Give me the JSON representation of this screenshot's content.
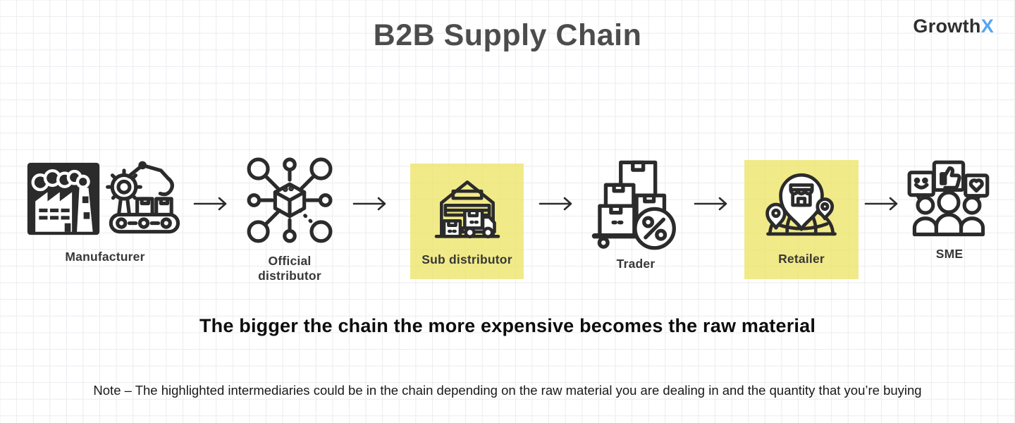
{
  "header": {
    "title": "B2B Supply Chain"
  },
  "logo": {
    "name": "GrowthX",
    "text": "Growth",
    "accent": "X"
  },
  "chain": {
    "stages": [
      {
        "label": "Manufacturer",
        "highlighted": false,
        "icons": [
          "factory-icon",
          "robot-arm-conveyor-icon"
        ]
      },
      {
        "label": "Official distributor",
        "highlighted": false,
        "icons": [
          "distribution-network-icon"
        ]
      },
      {
        "label": "Sub distributor",
        "highlighted": true,
        "icons": [
          "warehouse-truck-icon"
        ]
      },
      {
        "label": "Trader",
        "highlighted": false,
        "icons": [
          "boxes-discount-icon"
        ]
      },
      {
        "label": "Retailer",
        "highlighted": true,
        "icons": [
          "store-location-globe-icon"
        ]
      },
      {
        "label": "SME",
        "highlighted": false,
        "icons": [
          "customers-feedback-icon"
        ]
      }
    ],
    "connector": "arrow-right"
  },
  "tagline": "The bigger the chain the more expensive becomes the raw material",
  "note": "Note – The highlighted intermediaries could be in the chain depending on the raw material you are dealing in and the quantity that you’re buying",
  "colors": {
    "highlight": "rgba(238,229,106,0.8)",
    "accent_blue": "#55a4f3",
    "icon_ink": "#2b2b2b",
    "grid_line": "#ececf1",
    "title_gray": "#4c4c4c"
  }
}
